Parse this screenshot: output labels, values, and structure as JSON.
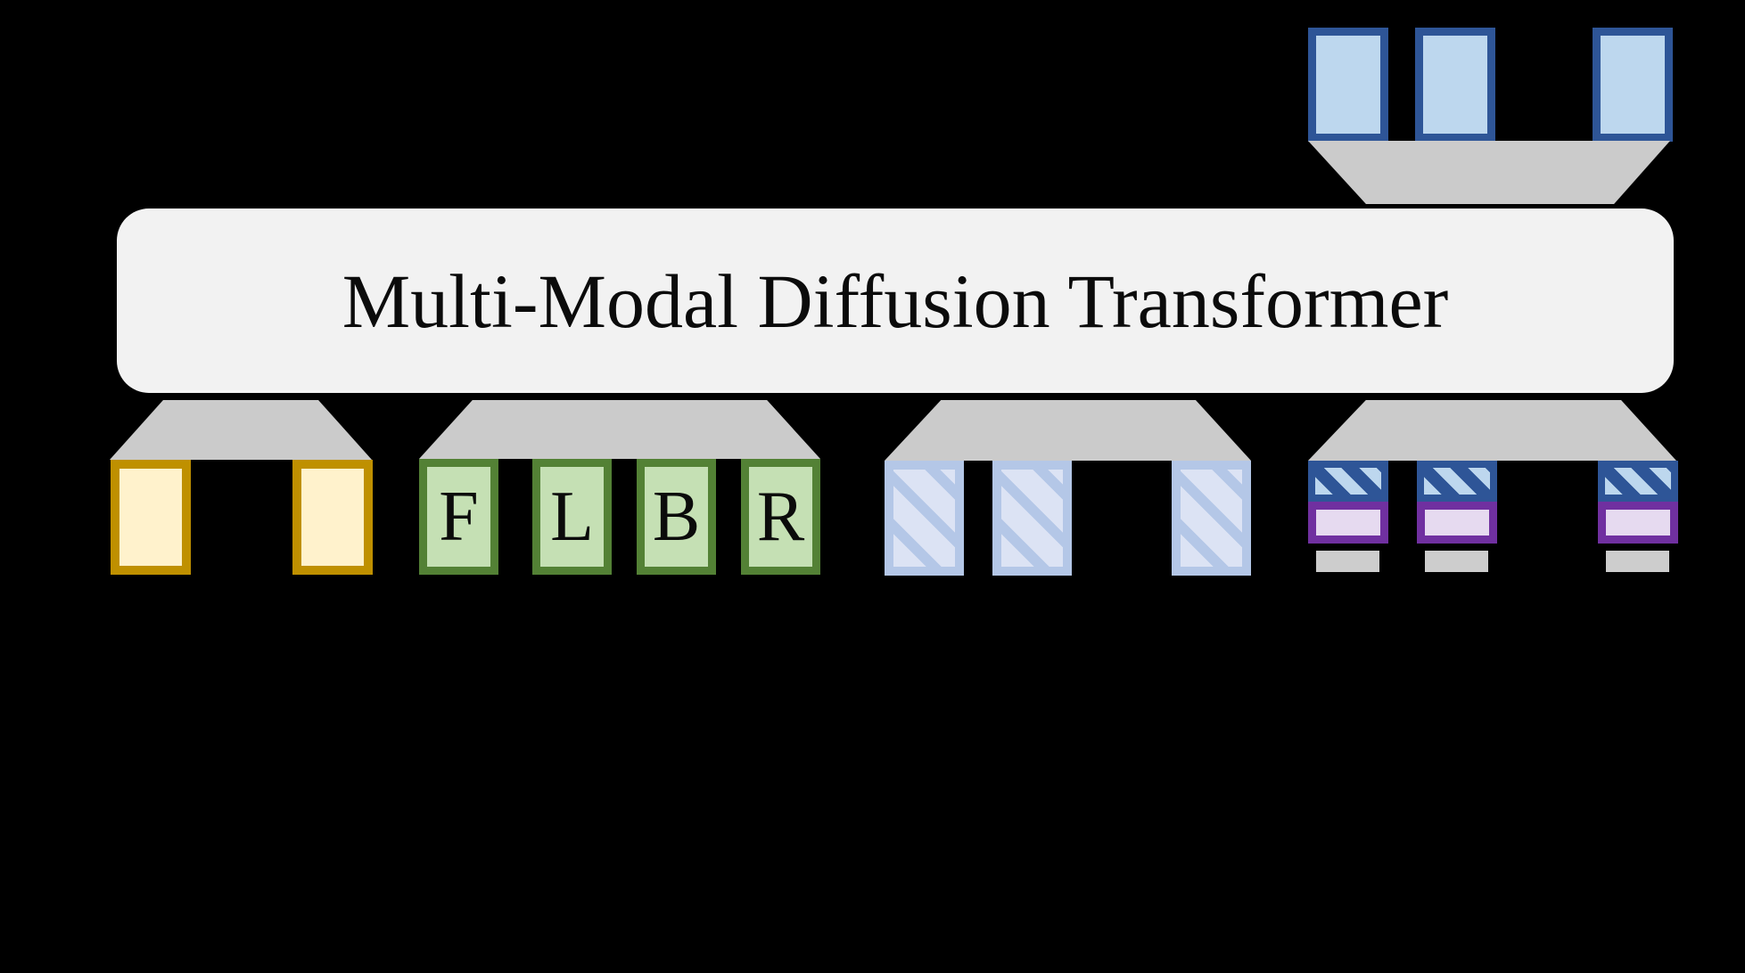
{
  "transformer": {
    "title": "Multi-Modal Diffusion Transformer"
  },
  "groups": {
    "views": {
      "labels": [
        "F",
        "L",
        "B",
        "R"
      ]
    }
  },
  "colors": {
    "background": "#000000",
    "transformer_box": "#F2F2F2",
    "title_text": "#0B0B0B",
    "funnel_gray": "#CBCBCB",
    "gold_border": "#BF9000",
    "gold_fill": "#FFF2CC",
    "green_border": "#538135",
    "green_fill": "#C5E0B4",
    "blue_border": "#2E5597",
    "blue_fill": "#BDD7EE",
    "periwinkle_border": "#B4C7E7",
    "periwinkle_fill": "#DCE3F4",
    "purple_border": "#7030A0",
    "purple_fill": "#E6DAF0",
    "bar_gray": "#CDCDCD"
  }
}
